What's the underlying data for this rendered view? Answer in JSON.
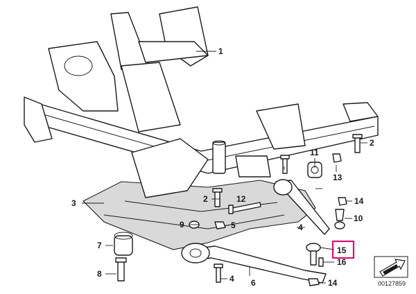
{
  "callouts": {
    "c1": "1",
    "c2a": "2",
    "c2b": "2",
    "c3": "3",
    "c4a": "4",
    "c4b": "4",
    "c5": "5",
    "c6": "6",
    "c7": "7",
    "c8": "8",
    "c9": "9",
    "c10": "10",
    "c11": "11",
    "c12": "12",
    "c13": "13",
    "c14a": "14",
    "c14b": "14",
    "c15": "15",
    "c16": "16"
  },
  "highlight_color": "#d4146f",
  "doc_number": "00127859",
  "icons": {
    "corner": "view-direction-arrow-icon"
  }
}
